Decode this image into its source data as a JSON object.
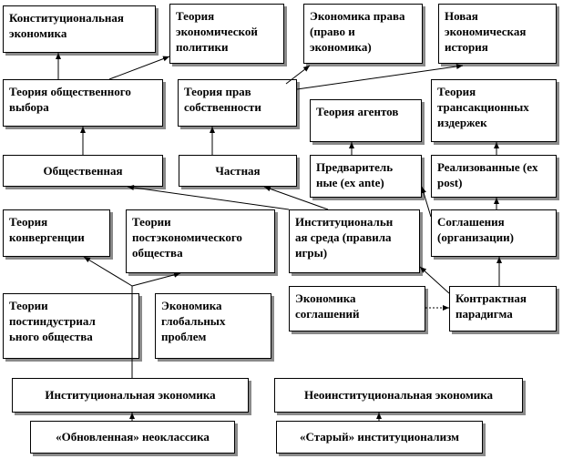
{
  "boxes": {
    "konst": "Конституциональная экономика",
    "teor_ekon_pol": "Теория экономической политики",
    "ekon_prava": "Экономика права (право и экономика)",
    "nov_ekon_ist": "Новая экономическая история",
    "obsh_vybor": "Теория общественного выбора",
    "prav_sobstv": "Теория прав собственности",
    "agentov": "Теория агентов",
    "trans": "Теория трансакционных издержек",
    "obshestv": "Общественная",
    "chastnaya": "Частная",
    "ex_ante": "Предваритель\nные (ex ante)",
    "ex_post": "Реализованные (ex post)",
    "konverg": "Теория конвергенции",
    "postekon": "Теории постэкономического общества",
    "inst_sreda": "Институциональн\nая среда (правила игры)",
    "soglashenia": "Соглашения (организации)",
    "postindust": "Теории постиндустриал\nьного общества",
    "glob": "Экономика глобальных проблем",
    "ekon_sogl": "Экономика соглашений",
    "kontrakt": "Контрактная парадигма",
    "inst_ekon": "Институциональная экономика",
    "neoinst": "Неоинституциональная экономика",
    "obnovl": "«Обновленная» неоклассика",
    "stary": "«Старый» институционализм"
  },
  "connections": [
    {
      "from": "obsh_vybor",
      "to": "konst"
    },
    {
      "from": "obsh_vybor",
      "to": "teor_ekon_pol"
    },
    {
      "from": "obshestv",
      "to": "obsh_vybor"
    },
    {
      "from": "prav_sobstv",
      "to": "ekon_prava"
    },
    {
      "from": "prav_sobstv",
      "to": "nov_ekon_ist"
    },
    {
      "from": "chastnaya",
      "to": "prav_sobstv"
    },
    {
      "from": "ex_ante",
      "to": "agentov"
    },
    {
      "from": "ex_post",
      "to": "trans"
    },
    {
      "from": "inst_sreda",
      "to": "obshestv"
    },
    {
      "from": "inst_sreda",
      "to": "chastnaya"
    },
    {
      "from": "soglashenia",
      "to": "ex_ante"
    },
    {
      "from": "soglashenia",
      "to": "ex_post"
    },
    {
      "from": "inst_ekon",
      "to": "konverg"
    },
    {
      "from": "inst_ekon",
      "to": "postekon"
    },
    {
      "from": "kontrakt",
      "to": "inst_sreda"
    },
    {
      "from": "kontrakt",
      "to": "soglashenia"
    },
    {
      "from": "ekon_sogl",
      "to": "kontrakt"
    },
    {
      "from": "obnovl",
      "to": "inst_ekon"
    },
    {
      "from": "stary",
      "to": "neoinst"
    }
  ]
}
